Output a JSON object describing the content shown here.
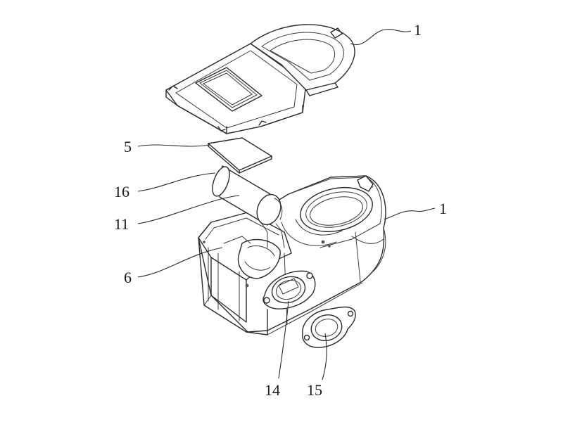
{
  "callouts": [
    {
      "id": "lid",
      "text": "1"
    },
    {
      "id": "sheet",
      "text": "5"
    },
    {
      "id": "cylinder-end",
      "text": "16"
    },
    {
      "id": "cylinder",
      "text": "11"
    },
    {
      "id": "inner-part",
      "text": "6"
    },
    {
      "id": "body",
      "text": "1"
    },
    {
      "id": "port",
      "text": "14"
    },
    {
      "id": "gasket",
      "text": "15"
    }
  ]
}
